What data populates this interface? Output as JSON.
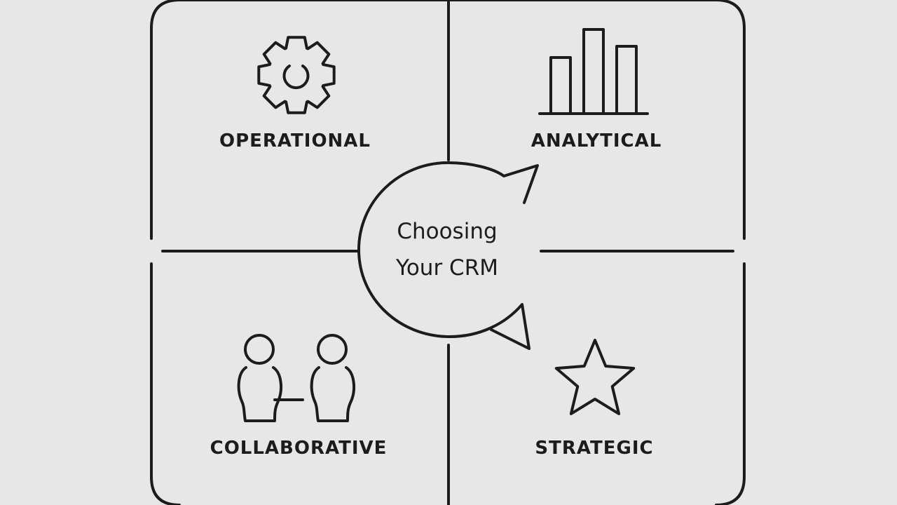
{
  "diagram": {
    "center": {
      "title_line1": "Choosing",
      "title_line2": "Your CRM"
    },
    "quadrants": [
      {
        "key": "operational",
        "label": "OPERATIONAL",
        "icon": "gear-icon"
      },
      {
        "key": "analytical",
        "label": "ANALYTICAL",
        "icon": "bar-chart-icon"
      },
      {
        "key": "collaborative",
        "label": "COLLABORATIVE",
        "icon": "two-people-icon"
      },
      {
        "key": "strategic",
        "label": "STRATEGIC",
        "icon": "star-icon"
      }
    ],
    "colors": {
      "background": "#e6e7e6",
      "stroke": "#1c1c1c"
    }
  }
}
